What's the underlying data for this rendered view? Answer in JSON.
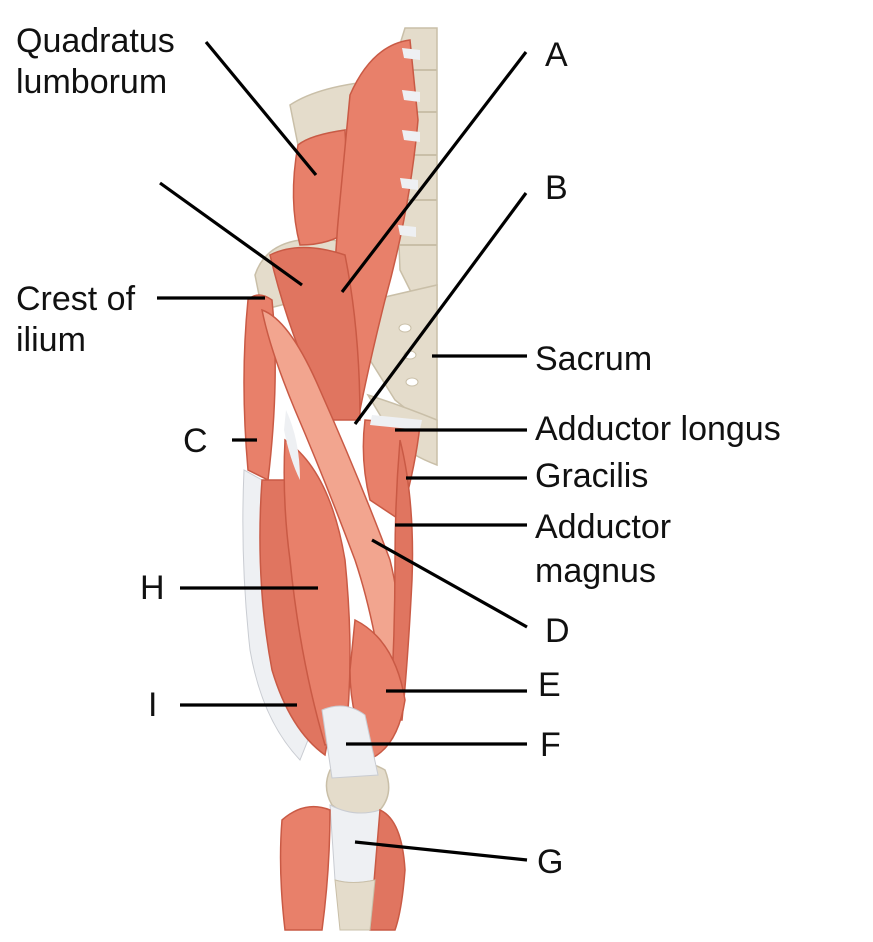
{
  "diagram": {
    "colors": {
      "muscle": "#e8806a",
      "muscle_dark": "#c95a45",
      "muscle_light": "#f2a58f",
      "tendon": "#eef0f3",
      "bone": "#e4dccb",
      "bone_shadow": "#c9bfa8",
      "leader": "#000000"
    },
    "labels": {
      "quadratus_line1": "Quadratus",
      "quadratus_line2": "lumborum",
      "a": "A",
      "b": "B",
      "crest_line1": "Crest of",
      "crest_line2": "ilium",
      "sacrum": "Sacrum",
      "c": "C",
      "adductor_longus": "Adductor longus",
      "gracilis": "Gracilis",
      "adductor_magnus_line1": "Adductor",
      "adductor_magnus_line2": "magnus",
      "h": "H",
      "d": "D",
      "e": "E",
      "i": "I",
      "f": "F",
      "g": "G"
    }
  }
}
